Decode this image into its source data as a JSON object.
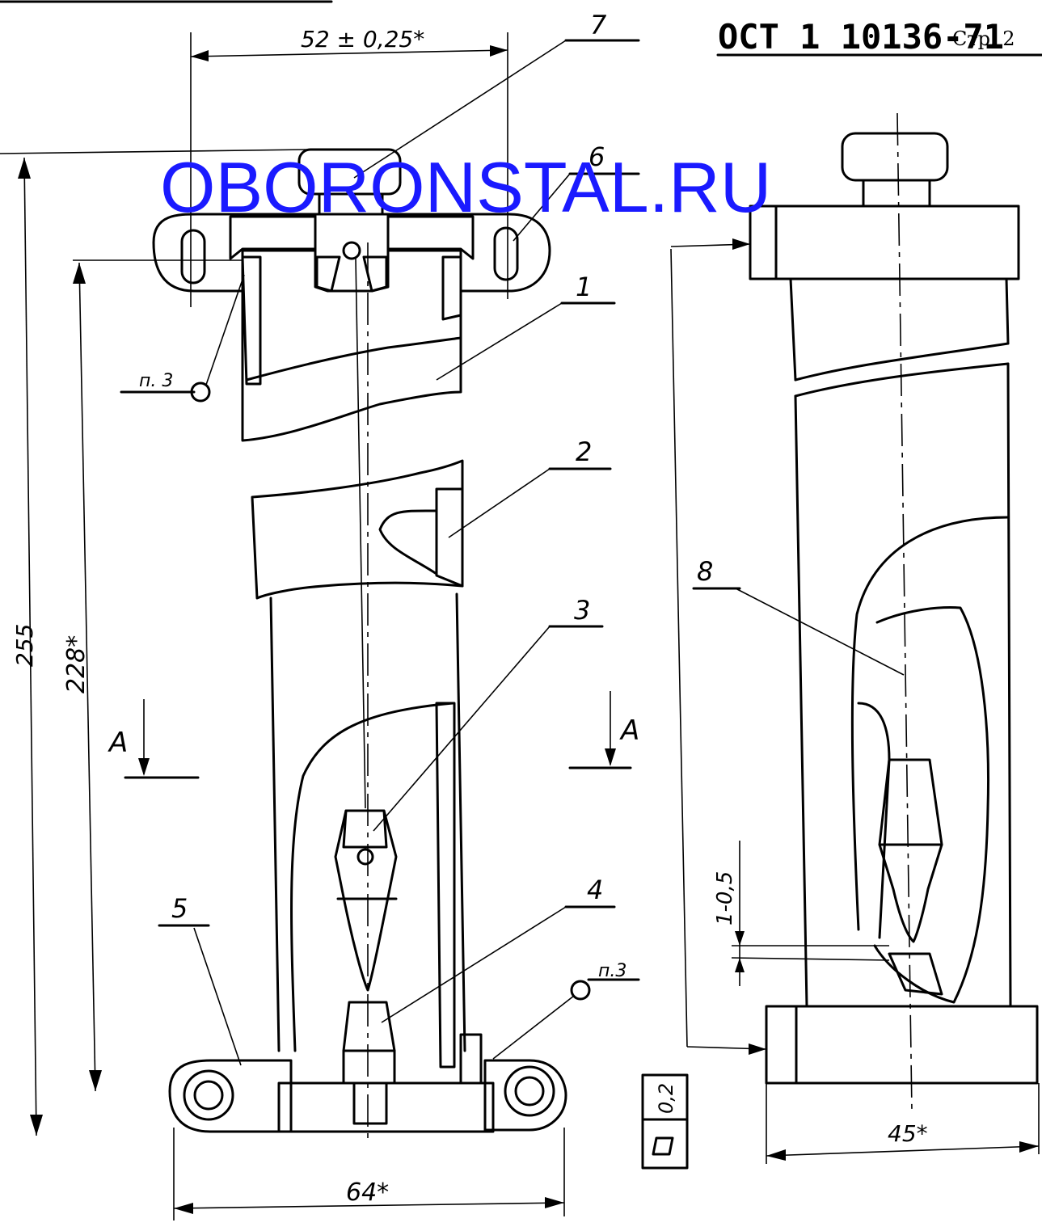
{
  "header": {
    "code": "ОСТ 1 10136-71",
    "page": "Стр. 2"
  },
  "watermark": "OBORONSTAL.RU",
  "dimensions": {
    "top_width": "52 ± 0,25*",
    "total_height": "255",
    "inner_height": "228*",
    "bottom_width": "64*",
    "side_width": "45*",
    "gap": "1-0,5",
    "flatness": "0,2"
  },
  "section_marks": {
    "left": "А",
    "right": "А"
  },
  "part_numbers": [
    "1",
    "2",
    "3",
    "4",
    "5",
    "6",
    "7",
    "8"
  ],
  "notes": {
    "weld_top": "п. 3",
    "weld_bottom": "п.3"
  },
  "colors": {
    "ink": "#000000",
    "watermark": "#1a1aff",
    "paper": "#ffffff"
  }
}
